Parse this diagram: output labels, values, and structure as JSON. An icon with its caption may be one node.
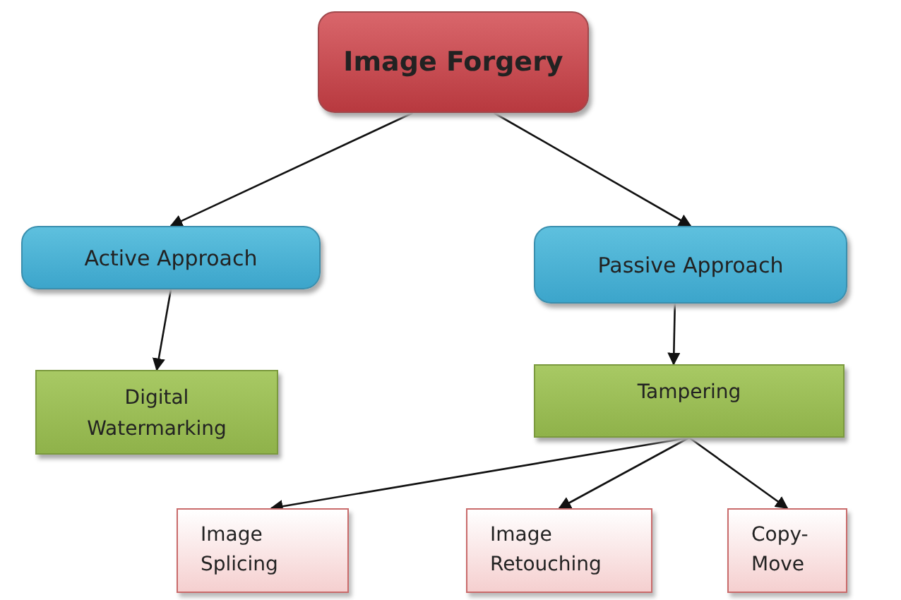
{
  "diagram": {
    "nodes": [
      {
        "text": [
          "Image Forgery"
        ]
      },
      {
        "text": [
          "Active Approach"
        ]
      },
      {
        "text": [
          "Passive Approach"
        ]
      },
      {
        "text": [
          "Digital Watermarking"
        ]
      },
      {
        "text": [
          "Tampering"
        ]
      },
      {
        "text": [
          "Image Splicing"
        ]
      },
      {
        "text": [
          "Image Retouching"
        ]
      },
      {
        "text": [
          "Copy-Move"
        ]
      }
    ],
    "edges": [
      {
        "from": 0,
        "to": 1,
        "arrow": "to"
      },
      {
        "from": 0,
        "to": 2,
        "arrow": "to"
      },
      {
        "from": 1,
        "to": 3,
        "arrow": "to"
      },
      {
        "from": 2,
        "to": 4,
        "arrow": "to"
      },
      {
        "from": 4,
        "to": 5,
        "arrow": "to"
      },
      {
        "from": 4,
        "to": 6,
        "arrow": "to"
      },
      {
        "from": 4,
        "to": 7,
        "arrow": "to"
      }
    ]
  }
}
